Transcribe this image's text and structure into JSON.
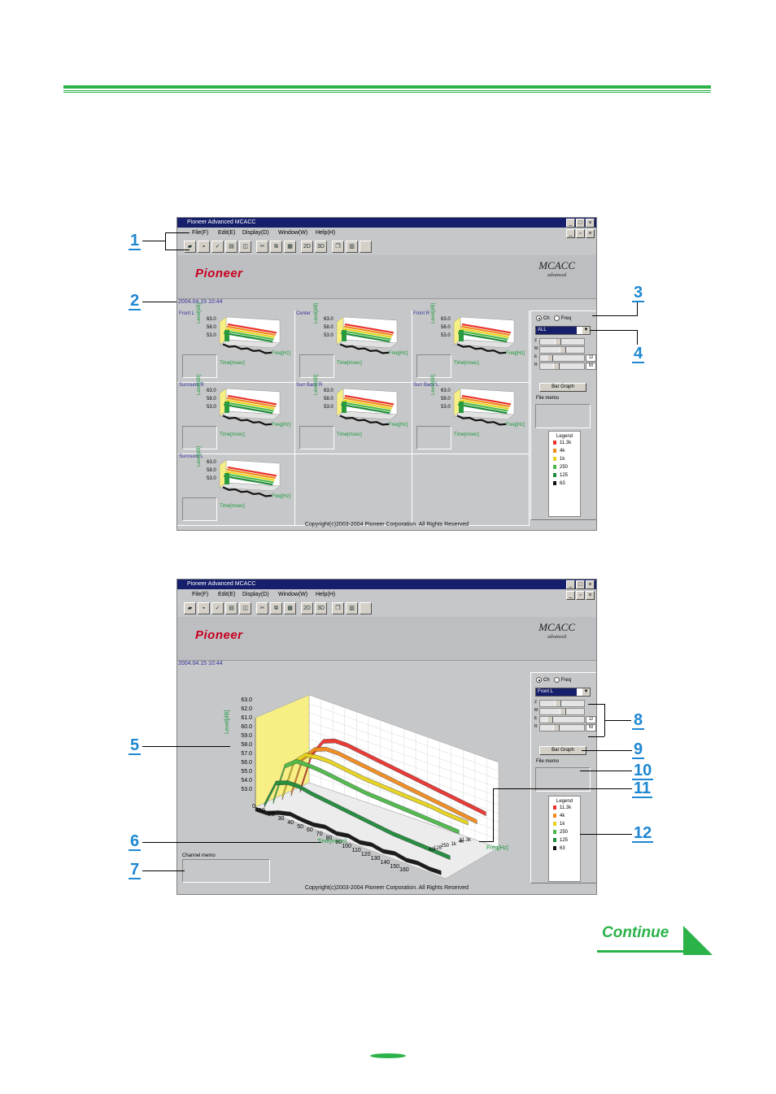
{
  "app": {
    "title": "Pioneer Advanced MCACC",
    "menu": [
      "File(F)",
      "Edit(E)",
      "Display(D)",
      "Window(W)",
      "Help(H)"
    ],
    "logo": "Pioneer",
    "mcacc_logo": "MCACC",
    "mcacc_sub": "advanced",
    "datestamp": "2004.04.15 10:44",
    "copyright": "Copyright(c)2003-2004 Pioneer Corporation. All Rights Reserved",
    "toolbar_icons": [
      "open-icon",
      "save-icon",
      "graph-icon",
      "print-icon",
      "preview-icon",
      "cut-icon",
      "copy-icon",
      "paste-icon",
      "2d-icon",
      "3d-icon",
      "cascade-icon",
      "tile-icon",
      "blank-icon"
    ],
    "toolbar_text": {
      "2d": "2D",
      "3d": "3D"
    }
  },
  "top_screen": {
    "channels": [
      "Front L",
      "Center",
      "Front R",
      "Surround R",
      "Surr Back R",
      "Surr Back L",
      "Surround L"
    ],
    "mini_y_ticks": [
      "63.0",
      "58.0",
      "53.0"
    ],
    "mini_level_label": "Level[dB]",
    "mini_time_label": "Time[msec]",
    "mini_freq_label": "Freq[Hz]",
    "panel": {
      "radio_ch": "Ch",
      "radio_freq": "Freq",
      "select_value": "ALL",
      "sliders": [
        {
          "label": "Z",
          "value": ""
        },
        {
          "label": "M",
          "value": ""
        },
        {
          "label": "E",
          "value": "12"
        },
        {
          "label": "R",
          "value": "50"
        }
      ],
      "bar_graph": "Bar Graph",
      "file_memo": "File memo"
    }
  },
  "bottom_screen": {
    "panel": {
      "radio_ch": "Ch",
      "radio_freq": "Freq",
      "select_value": "Front L",
      "sliders": [
        {
          "label": "Z",
          "value": ""
        },
        {
          "label": "M",
          "value": ""
        },
        {
          "label": "E",
          "value": "12"
        },
        {
          "label": "R",
          "value": "50"
        }
      ],
      "bar_graph": "Bar Graph",
      "file_memo": "File memo"
    },
    "channel_memo": "Channel memo",
    "y_label": "Level[dB]",
    "x_label": "Time[msec]",
    "z_label": "Freq[Hz]"
  },
  "legend": {
    "title": "Legend",
    "items": [
      {
        "label": "11.3k",
        "color": "#e8322e"
      },
      {
        "label": "4k",
        "color": "#f08a1c"
      },
      {
        "label": "1k",
        "color": "#e6d21c"
      },
      {
        "label": "250",
        "color": "#4cb848"
      },
      {
        "label": "125",
        "color": "#1f8a3a"
      },
      {
        "label": "63",
        "color": "#111111"
      }
    ]
  },
  "callouts": [
    "1",
    "2",
    "3",
    "4",
    "5",
    "6",
    "7",
    "8",
    "9",
    "10",
    "11",
    "12"
  ],
  "continue_label": "Continue",
  "chart_data": {
    "type": "area",
    "title": "",
    "ylabel": "Level[dB]",
    "xlabel": "Time[msec]",
    "zlabel": "Freq[Hz]",
    "y_ticks": [
      "63.0",
      "62.0",
      "61.0",
      "60.0",
      "59.0",
      "58.0",
      "57.0",
      "56.0",
      "55.0",
      "54.0",
      "53.0"
    ],
    "ylim": [
      53.0,
      63.0
    ],
    "x_ticks": [
      "0",
      "10",
      "20",
      "30",
      "40",
      "50",
      "60",
      "70",
      "80",
      "90",
      "100",
      "110",
      "120",
      "130",
      "140",
      "150",
      "160"
    ],
    "z_ticks": [
      "63",
      "125",
      "250",
      "1k",
      "4k",
      "11.3k"
    ],
    "series": [
      {
        "name": "11.3k",
        "values": [
          53,
          57.5,
          59.5,
          60.0,
          60.0,
          59.8,
          59.6,
          59.4,
          59.2,
          59.0,
          58.8,
          58.6,
          58.4,
          58.2,
          58.0,
          57.8,
          57.6
        ]
      },
      {
        "name": "4k",
        "values": [
          53,
          57.5,
          59.0,
          59.5,
          59.5,
          59.3,
          59.1,
          58.9,
          58.7,
          58.5,
          58.3,
          58.1,
          57.9,
          57.7,
          57.5,
          57.3,
          57.1
        ]
      },
      {
        "name": "1k",
        "values": [
          53,
          57.5,
          58.8,
          59.0,
          59.0,
          58.8,
          58.6,
          58.4,
          58.3,
          58.2,
          58.1,
          58.0,
          57.9,
          57.8,
          57.6,
          57.5,
          57.4
        ]
      },
      {
        "name": "250",
        "values": [
          53,
          57.5,
          58.5,
          58.5,
          58.4,
          58.2,
          58.0,
          57.8,
          57.6,
          57.5,
          57.4,
          57.3,
          57.2,
          57.1,
          57.0,
          56.9,
          56.8
        ]
      },
      {
        "name": "125",
        "values": [
          53,
          56.0,
          56.5,
          56.5,
          56.2,
          56.0,
          55.8,
          55.6,
          55.4,
          55.2,
          55.0,
          54.8,
          54.7,
          54.6,
          54.5,
          54.4,
          54.3
        ]
      },
      {
        "name": "63",
        "values": [
          53,
          53.0,
          53.5,
          53.8,
          53.6,
          53.5,
          53.7,
          53.4,
          53.6,
          53.3,
          53.5,
          53.2,
          53.4,
          53.1,
          53.2,
          53.0,
          53.0
        ]
      }
    ]
  }
}
